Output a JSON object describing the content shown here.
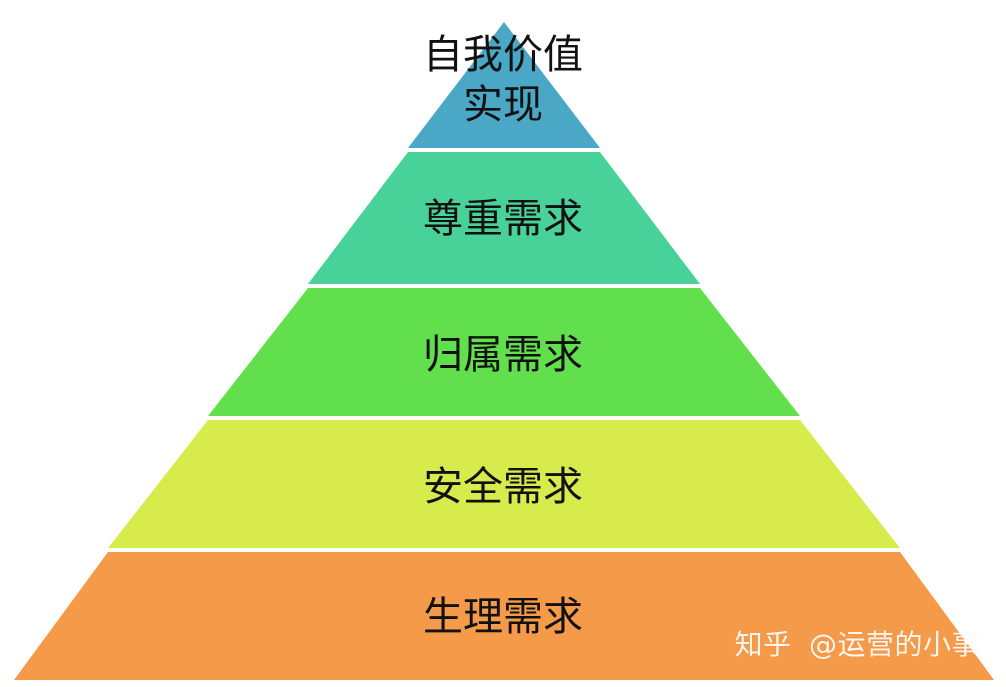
{
  "diagram": {
    "levels": [
      {
        "lines": [
          "自我价值",
          "实现"
        ],
        "color": "#4aa8c6"
      },
      {
        "lines": [
          "尊重需求"
        ],
        "color": "#48d29a"
      },
      {
        "lines": [
          "归属需求"
        ],
        "color": "#62df4c"
      },
      {
        "lines": [
          "安全需求"
        ],
        "color": "#d7eb4c"
      },
      {
        "lines": [
          "生理需求"
        ],
        "color": "#f49a49"
      }
    ]
  },
  "watermark": {
    "brand": "知乎",
    "author": "@运营的小事"
  }
}
